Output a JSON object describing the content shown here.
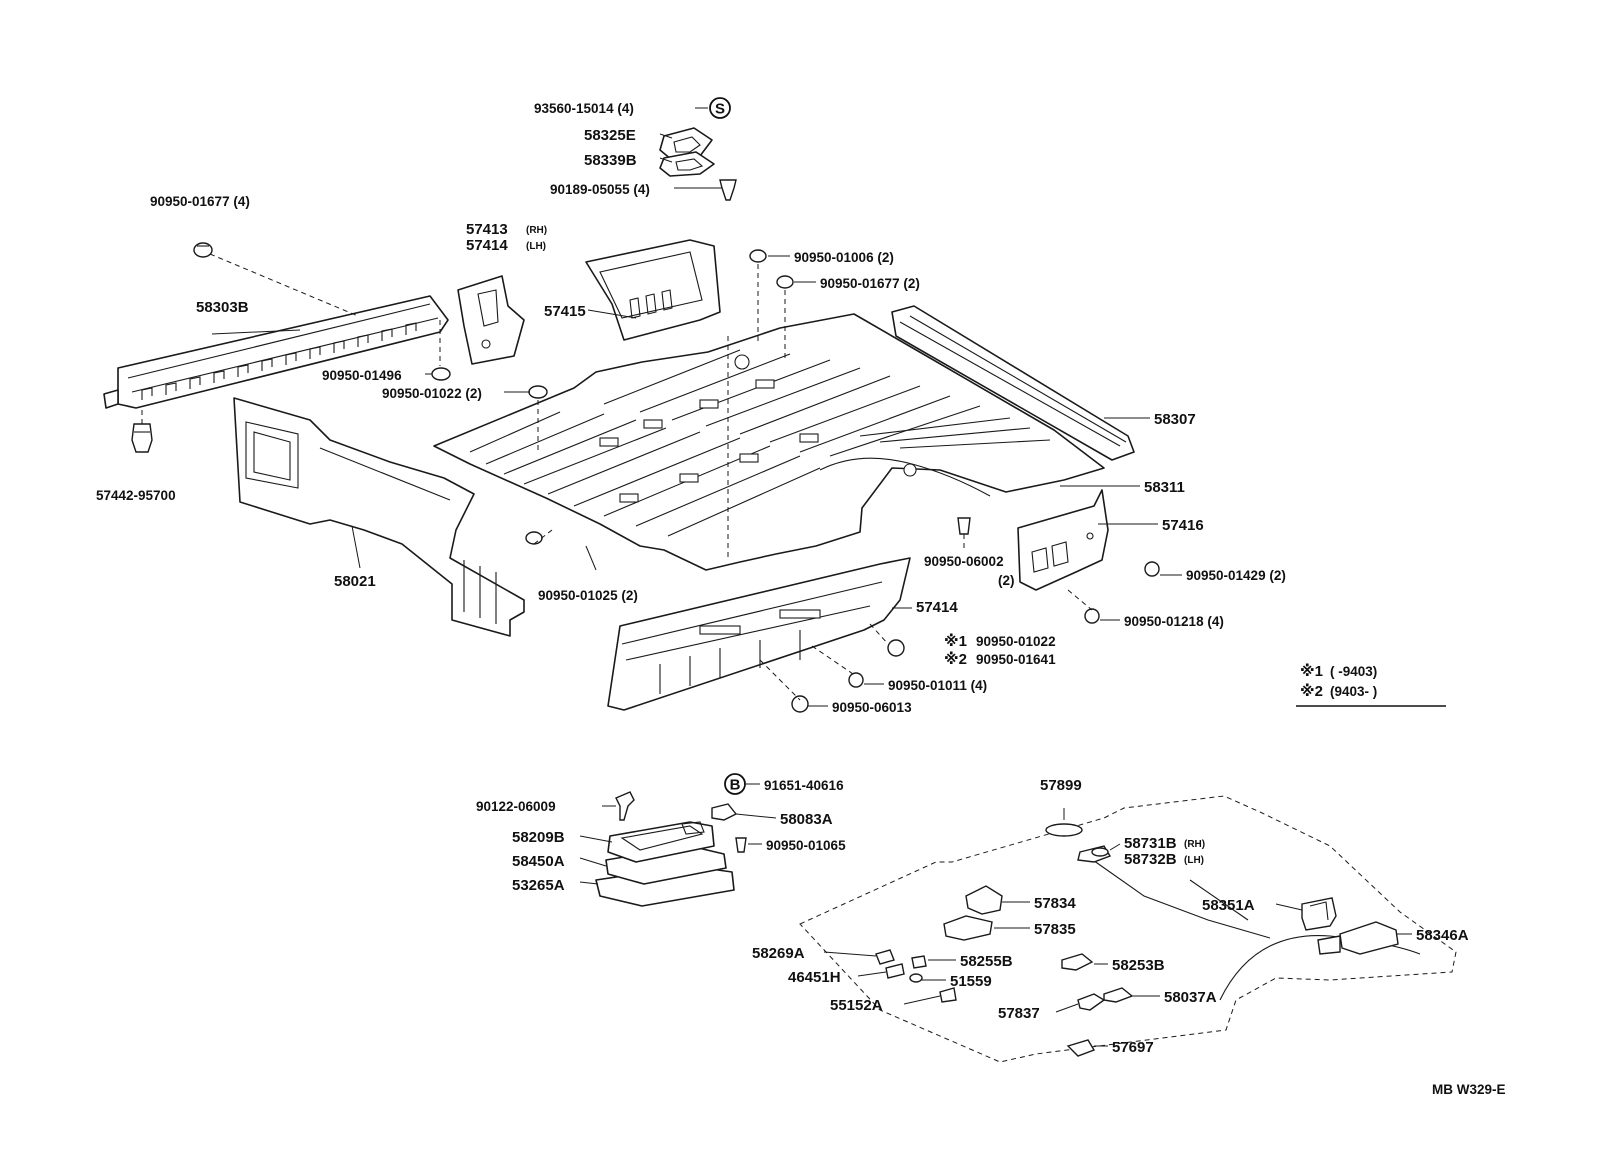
{
  "labels": {
    "p93560": "93560-15014 (4)",
    "sym_s": "S",
    "p58325e": "58325E",
    "p58339b": "58339B",
    "p90189": "90189-05055 (4)",
    "p90950_01677_4": "90950-01677 (4)",
    "p57413": "57413",
    "p57413_side": "(RH)",
    "p57414_top": "57414",
    "p57414_top_side": "(LH)",
    "p57415": "57415",
    "p90950_01006": "90950-01006 (2)",
    "p90950_01677_2": "90950-01677 (2)",
    "p58303b": "58303B",
    "p90950_01496": "90950-01496",
    "p90950_01022_2": "90950-01022 (2)",
    "p57442": "57442-95700",
    "p58307": "58307",
    "p58311": "58311",
    "p58021": "58021",
    "p57416": "57416",
    "p90950_06002": "90950-06002",
    "p90950_06002_qty": "(2)",
    "p90950_01429": "90950-01429 (2)",
    "p90950_01025": "90950-01025 (2)",
    "p57414": "57414",
    "p90950_01218": "90950-01218 (4)",
    "n1_mark": "※1",
    "n1_part": "90950-01022",
    "n2_mark": "※2",
    "n2_part": "90950-01641",
    "p90950_01011": "90950-01011 (4)",
    "p90950_06013": "90950-06013",
    "legend1_mark": "※1",
    "legend1_range": "(        -9403)",
    "legend2_mark": "※2",
    "legend2_range": "(9403-        )",
    "p91651": "91651-40616",
    "sym_b": "B",
    "p90122": "90122-06009",
    "p58083a": "58083A",
    "p58209b": "58209B",
    "p90950_01065": "90950-01065",
    "p58450a": "58450A",
    "p53265a": "53265A",
    "p57899": "57899",
    "p58731b": "58731B",
    "p58731b_side": "(RH)",
    "p58732b": "58732B",
    "p58732b_side": "(LH)",
    "p57834": "57834",
    "p58351a": "58351A",
    "p57835": "57835",
    "p58346a": "58346A",
    "p58269a": "58269A",
    "p58255b": "58255B",
    "p46451h": "46451H",
    "p51559": "51559",
    "p58253b": "58253B",
    "p55152a": "55152A",
    "p57837": "57837",
    "p58037a": "58037A",
    "p57697": "57697",
    "ref": "MB  W329-E"
  }
}
